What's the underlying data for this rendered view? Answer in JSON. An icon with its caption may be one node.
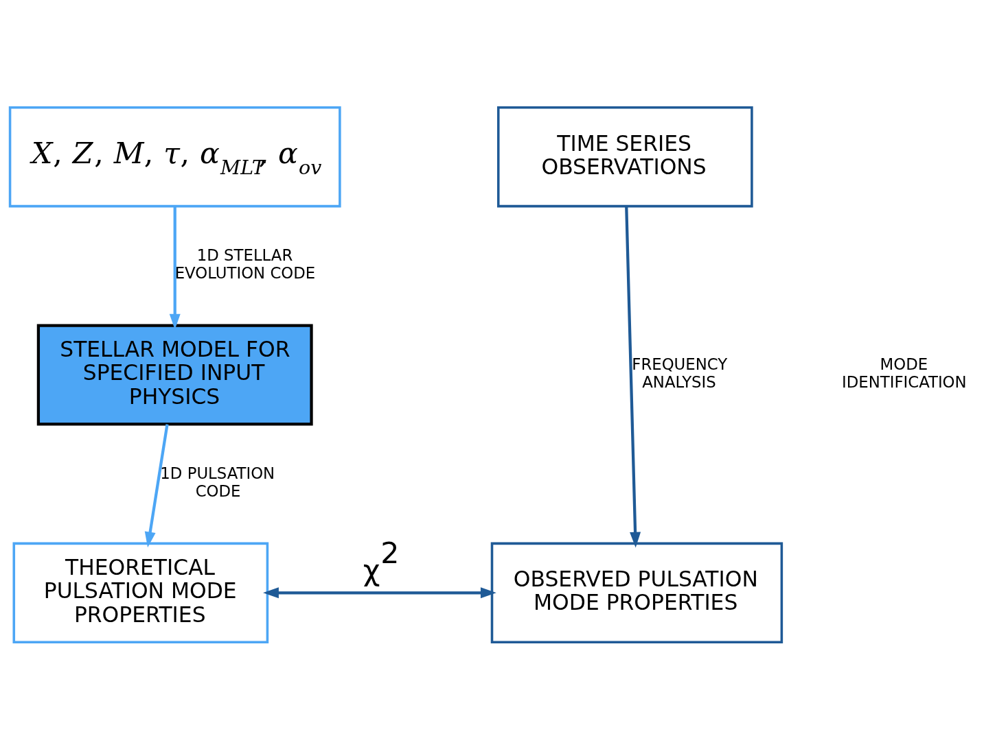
{
  "diagram": {
    "nodes": [
      {
        "text": [
          "*X*, *Z*, *M*, *τ*, *α*$_{MLT}$, *α*$_{ov}$"
        ]
      },
      {
        "text": [
          "TIME SERIES OBSERVATIONS"
        ]
      },
      {
        "text": [
          "STELLAR MODEL FOR SPECIFIED INPUT PHYSICS"
        ]
      },
      {
        "text": [
          "THEORETICAL PULSATION MODE PROPERTIES"
        ]
      },
      {
        "text": [
          "OBSERVED PULSATION MODE PROPERTIES"
        ]
      }
    ],
    "edges": [
      {
        "from": 0,
        "to": 2,
        "arrow": "to",
        "label": "1D STELLAR EVOLUTION CODE",
        "color": "#4da6f5"
      },
      {
        "from": 2,
        "to": 3,
        "arrow": "to",
        "label": "1D PULSATION CODE",
        "color": "#4da6f5"
      },
      {
        "from": 1,
        "to": 4,
        "arrow": "to",
        "label": "FREQUENCY ANALYSIS",
        "color": "#1f5a96"
      },
      {
        "from": 3,
        "to": 4,
        "arrow": "both",
        "label": "χ$^{2}$",
        "color": "#1f5a96"
      }
    ],
    "labels": [
      "MODE IDENTIFICATION"
    ]
  }
}
